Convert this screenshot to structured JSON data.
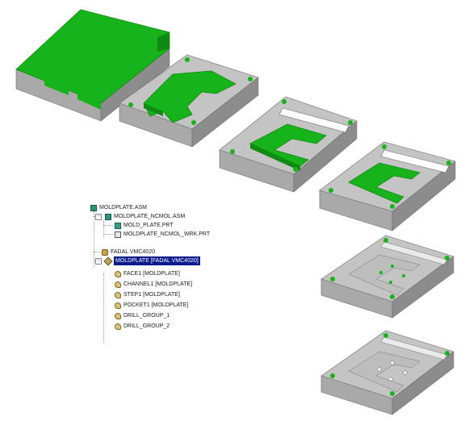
{
  "colors": {
    "plate_top": "#c4c4c4",
    "plate_side_left": "#a9a9a9",
    "plate_side_right": "#8c8c8c",
    "cut_green": "#17b31a",
    "cut_green_dark": "#0f8a12",
    "selection": "#0a1a8c"
  },
  "tree": {
    "root": {
      "label": "MOLDPLATE.ASM",
      "icon": "assembly-icon"
    },
    "items": [
      {
        "label": "MOLDPLATE_NCMOL.ASM",
        "icon": "assembly-icon",
        "toggle": "−"
      },
      {
        "label": "MOLD_PLATE.PRT",
        "icon": "part-icon"
      },
      {
        "label": "MOLDPLATE_NCMOL_WRK.PRT",
        "icon": "workpiece-icon"
      },
      {
        "label": "FADAL VMC4020",
        "icon": "machine-icon"
      },
      {
        "label": "MOLDPLATE [FADAL VMC4020]",
        "icon": "operation-icon",
        "selected": true,
        "toggle": "−"
      },
      {
        "label": "FACE1 [MOLDPLATE]",
        "icon": "nc-sequence-icon"
      },
      {
        "label": "CHANNEL1 [MOLDPLATE]",
        "icon": "nc-sequence-icon"
      },
      {
        "label": "STEP1 [MOLDPLATE]",
        "icon": "nc-sequence-icon"
      },
      {
        "label": "POCKET1 [MOLDPLATE]",
        "icon": "nc-sequence-icon"
      },
      {
        "label": "DRILL_GROUP_1",
        "icon": "nc-sequence-icon"
      },
      {
        "label": "DRILL_GROUP_2",
        "icon": "nc-sequence-icon"
      }
    ]
  },
  "stages": [
    {
      "name": "stock-plate-face-milled"
    },
    {
      "name": "plate-channel-cut"
    },
    {
      "name": "plate-step-cut"
    },
    {
      "name": "plate-pocket-cut"
    },
    {
      "name": "plate-drill-group-1"
    },
    {
      "name": "plate-drill-group-2"
    }
  ]
}
